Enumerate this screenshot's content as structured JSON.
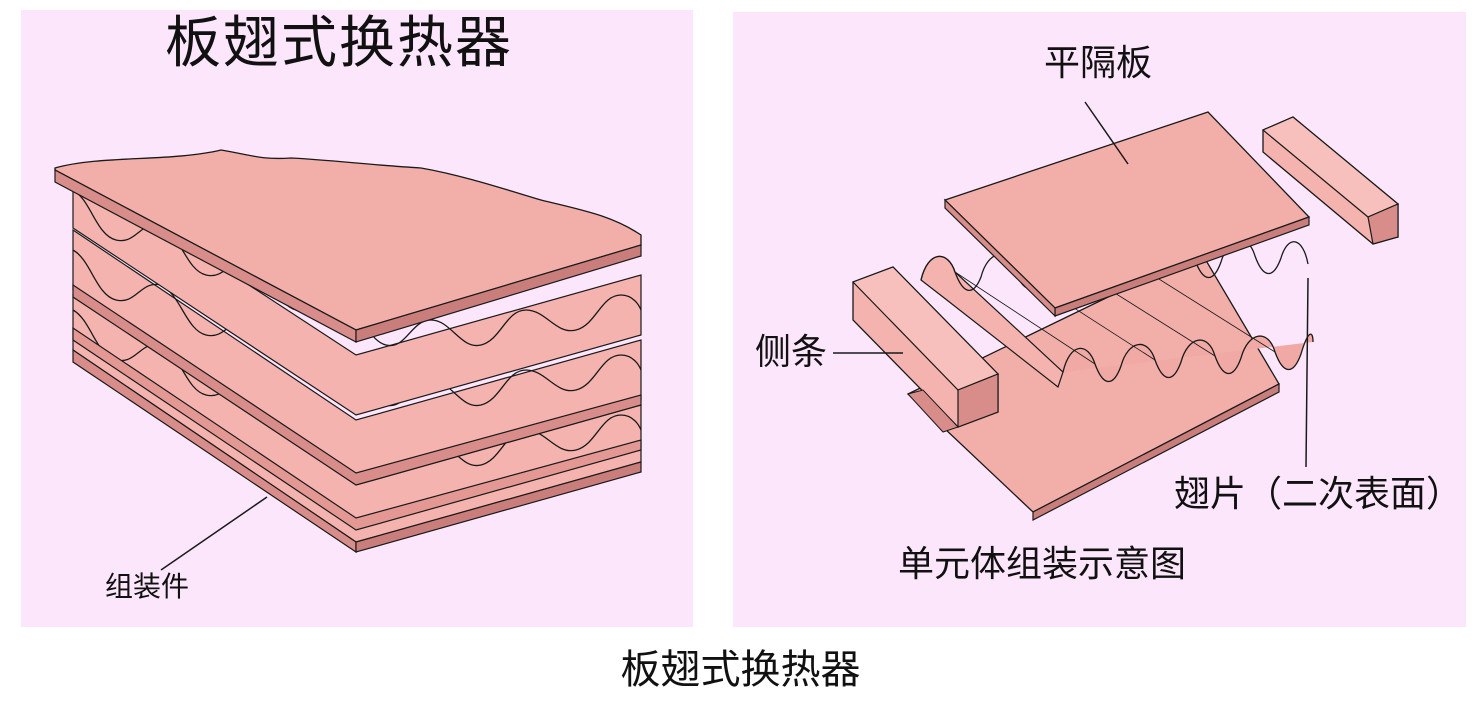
{
  "left": {
    "title": "板翅式换热器",
    "assembly_label": "组装件"
  },
  "right": {
    "plate_label": "平隔板",
    "side_bar_label": "侧条",
    "fin_label": "翅片（二次表面）",
    "unit_label": "单元体组装示意图"
  },
  "caption": "板翅式换热器",
  "colors": {
    "panel_background": "#fbe6fb",
    "plate_fill": "#f5aba7",
    "plate_shadow": "#d88d8a",
    "outline": "#1a1a1a"
  }
}
